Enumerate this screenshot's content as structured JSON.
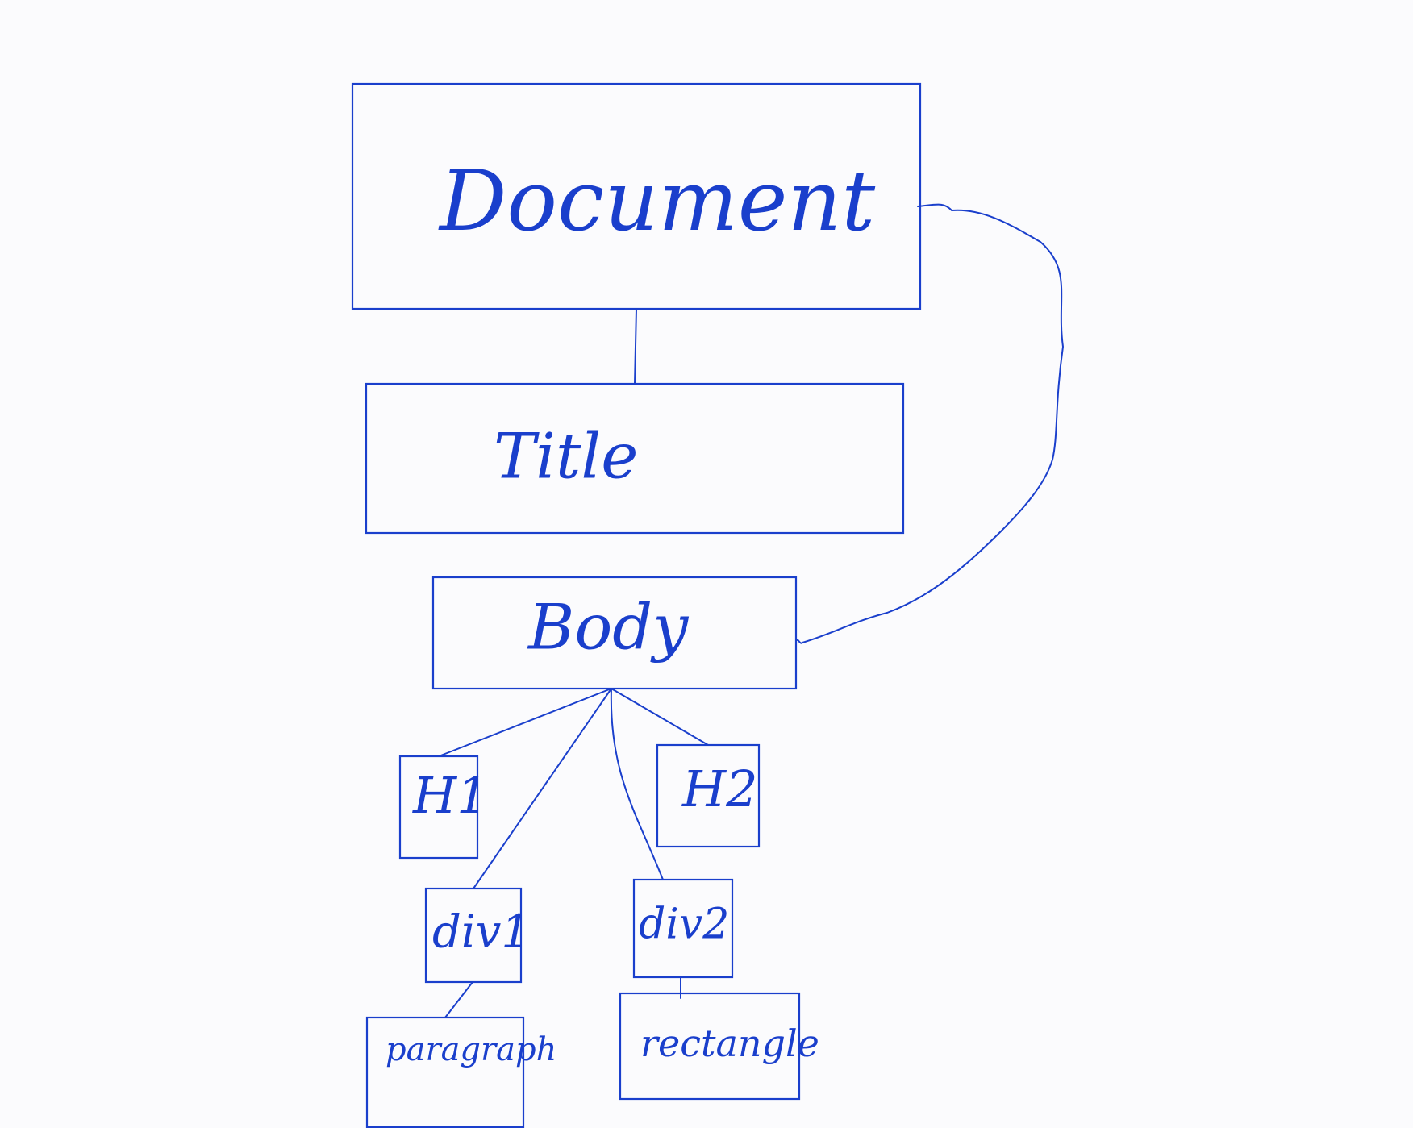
{
  "diagram": {
    "type": "tree",
    "stroke_color": "#1a3fcc",
    "background_color": "#fbfbfd",
    "nodes": [
      {
        "id": "document",
        "label": "Document"
      },
      {
        "id": "title",
        "label": "Title"
      },
      {
        "id": "body",
        "label": "Body"
      },
      {
        "id": "h1",
        "label": "H1"
      },
      {
        "id": "h2",
        "label": "H2"
      },
      {
        "id": "div1",
        "label": "div1"
      },
      {
        "id": "div2",
        "label": "div2"
      },
      {
        "id": "paragraph",
        "label": "paragraph"
      },
      {
        "id": "rectangle",
        "label": "rectangle"
      }
    ],
    "edges": [
      {
        "from": "document",
        "to": "title"
      },
      {
        "from": "document",
        "to": "body"
      },
      {
        "from": "body",
        "to": "h1"
      },
      {
        "from": "body",
        "to": "div1"
      },
      {
        "from": "body",
        "to": "div2"
      },
      {
        "from": "body",
        "to": "h2"
      },
      {
        "from": "div1",
        "to": "paragraph"
      },
      {
        "from": "div2",
        "to": "rectangle"
      }
    ]
  }
}
